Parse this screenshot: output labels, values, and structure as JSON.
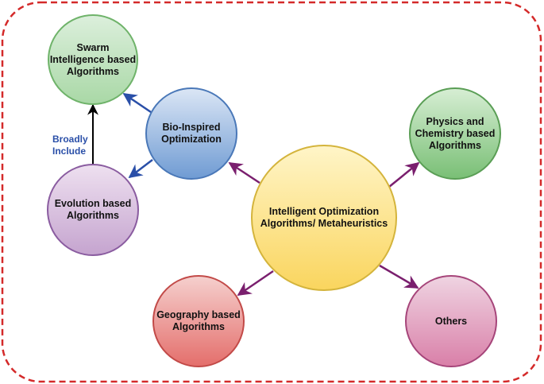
{
  "nodes": {
    "swarm": {
      "label": "Swarm\nIntelligence based\nAlgorithms"
    },
    "bio": {
      "label": "Bio-Inspired\nOptimization"
    },
    "evolution": {
      "label": "Evolution based\nAlgorithms"
    },
    "physics": {
      "label": "Physics and\nChemistry based\nAlgorithms"
    },
    "center": {
      "label": "Intelligent Optimization\nAlgorithms/ Metaheuristics"
    },
    "geography": {
      "label": "Geography based\nAlgorithms"
    },
    "others": {
      "label": "Others"
    }
  },
  "edge_labels": {
    "broadly_include": "Broadly\nInclude"
  },
  "colors": {
    "border_dash": "#d42a2a",
    "arrow_purple": "#7a1f6e",
    "arrow_blue": "#2a4fa8",
    "arrow_black": "#000000"
  }
}
